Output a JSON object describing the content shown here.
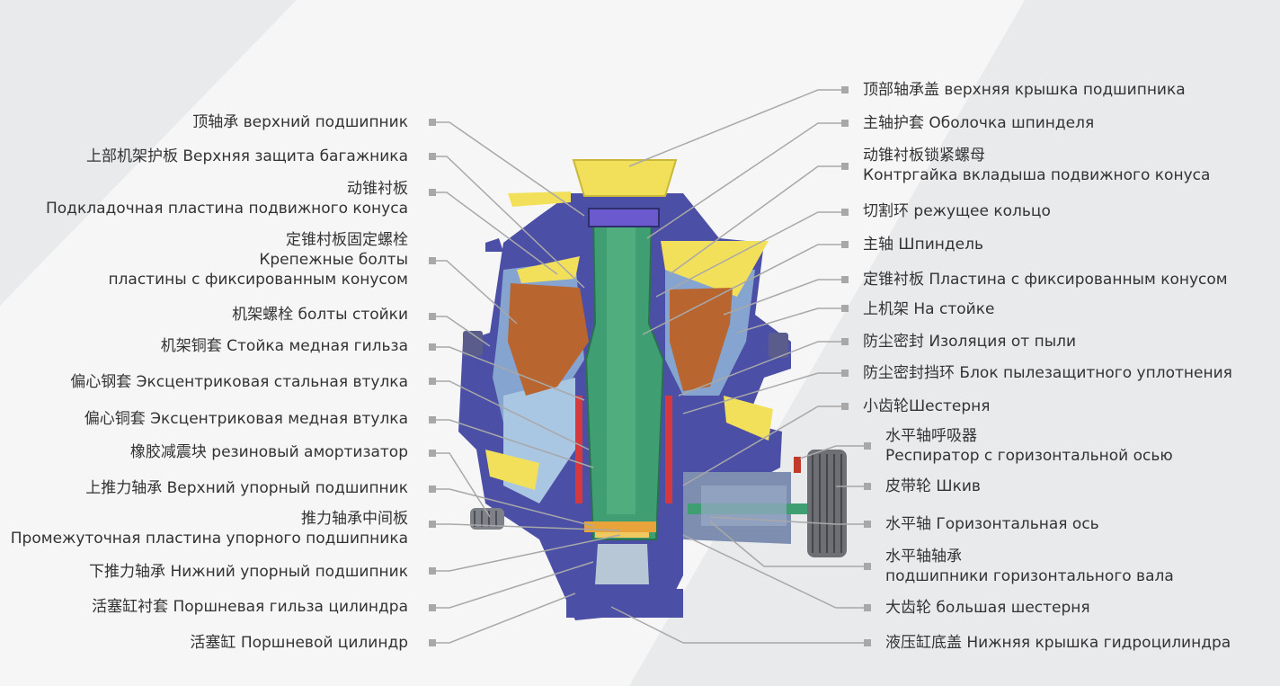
{
  "left_labels": [
    {
      "id": "top-bearing",
      "lines": [
        "顶轴承 верхний подшипник"
      ]
    },
    {
      "id": "upper-frame-guard",
      "lines": [
        "上部机架护板 Верхняя защита багажника"
      ]
    },
    {
      "id": "mantle-liner",
      "lines": [
        "动锥衬板",
        "Подкладочная пластина подвижного конуса"
      ]
    },
    {
      "id": "concave-bolts",
      "lines": [
        "定锥村板固定螺栓",
        "Крепежные болты",
        "пластины с фиксированным конусом"
      ]
    },
    {
      "id": "frame-bolts",
      "lines": [
        "机架螺栓 болты стойки"
      ]
    },
    {
      "id": "frame-bushing",
      "lines": [
        "机架铜套 Стойка медная гильза"
      ]
    },
    {
      "id": "eccentric-steel-bushing",
      "lines": [
        "偏心钢套 Эксцентриковая стальная втулка"
      ]
    },
    {
      "id": "eccentric-copper-bushing",
      "lines": [
        "偏心铜套 Эксцентриковая медная втулка"
      ]
    },
    {
      "id": "rubber-damper",
      "lines": [
        "橡胶减震块 резиновый амортизатор"
      ]
    },
    {
      "id": "upper-thrust-bearing",
      "lines": [
        "上推力轴承 Верхний упорный подшипник"
      ]
    },
    {
      "id": "thrust-middle-plate",
      "lines": [
        "推力轴承中间板",
        "Промежуточная пластина упорного подшипника"
      ]
    },
    {
      "id": "lower-thrust-bearing",
      "lines": [
        "下推力轴承 Нижний упорный подшипник"
      ]
    },
    {
      "id": "piston-sleeve",
      "lines": [
        "活塞缸衬套 Поршневая гильза цилиндра"
      ]
    },
    {
      "id": "piston-cylinder",
      "lines": [
        "活塞缸 Поршневой цилиндр"
      ]
    }
  ],
  "right_labels": [
    {
      "id": "top-bearing-cover",
      "lines": [
        "顶部轴承盖 верхняя крышка подшипника"
      ]
    },
    {
      "id": "spindle-sleeve",
      "lines": [
        "主轴护套 Оболочка шпинделя"
      ]
    },
    {
      "id": "mantle-lock-nut",
      "lines": [
        "动锥衬板锁紧螺母",
        "Контргайка вкладыша подвижного конуса"
      ]
    },
    {
      "id": "cutting-ring",
      "lines": [
        "切割环 режущее кольцо"
      ]
    },
    {
      "id": "main-shaft",
      "lines": [
        "主轴 Шпиндель"
      ]
    },
    {
      "id": "concave-liner",
      "lines": [
        "定锥衬板 Пластина с фиксированным конусом"
      ]
    },
    {
      "id": "upper-frame",
      "lines": [
        "上机架 На стойке"
      ]
    },
    {
      "id": "dust-seal",
      "lines": [
        "防尘密封 Изоляция от пыли"
      ]
    },
    {
      "id": "dust-seal-ring",
      "lines": [
        "防尘密封挡环 Блок пылезащитного уплотнения"
      ]
    },
    {
      "id": "pinion",
      "lines": [
        "小齿轮Шестерня"
      ]
    },
    {
      "id": "shaft-breather",
      "lines": [
        "水平轴呼吸器",
        "Респиратор с горизонтальной осью"
      ]
    },
    {
      "id": "pulley",
      "lines": [
        "皮带轮 Шкив"
      ]
    },
    {
      "id": "horizontal-shaft",
      "lines": [
        "水平轴 Горизонтальная ось"
      ]
    },
    {
      "id": "horizontal-shaft-bearing",
      "lines": [
        "水平轴轴承",
        "подшипники горизонтального вала"
      ]
    },
    {
      "id": "gear",
      "lines": [
        "大齿轮 большая шестерня"
      ]
    },
    {
      "id": "cylinder-bottom-cover",
      "lines": [
        "液压缸底盖 Нижняя крышка гидроцилиндра"
      ]
    }
  ],
  "colors": {
    "frame": "#4a4fa8",
    "shaft": "#3f9f72",
    "liner": "#b8652f",
    "yellow": "#f2e05a",
    "leader": "#a8a8a8"
  }
}
